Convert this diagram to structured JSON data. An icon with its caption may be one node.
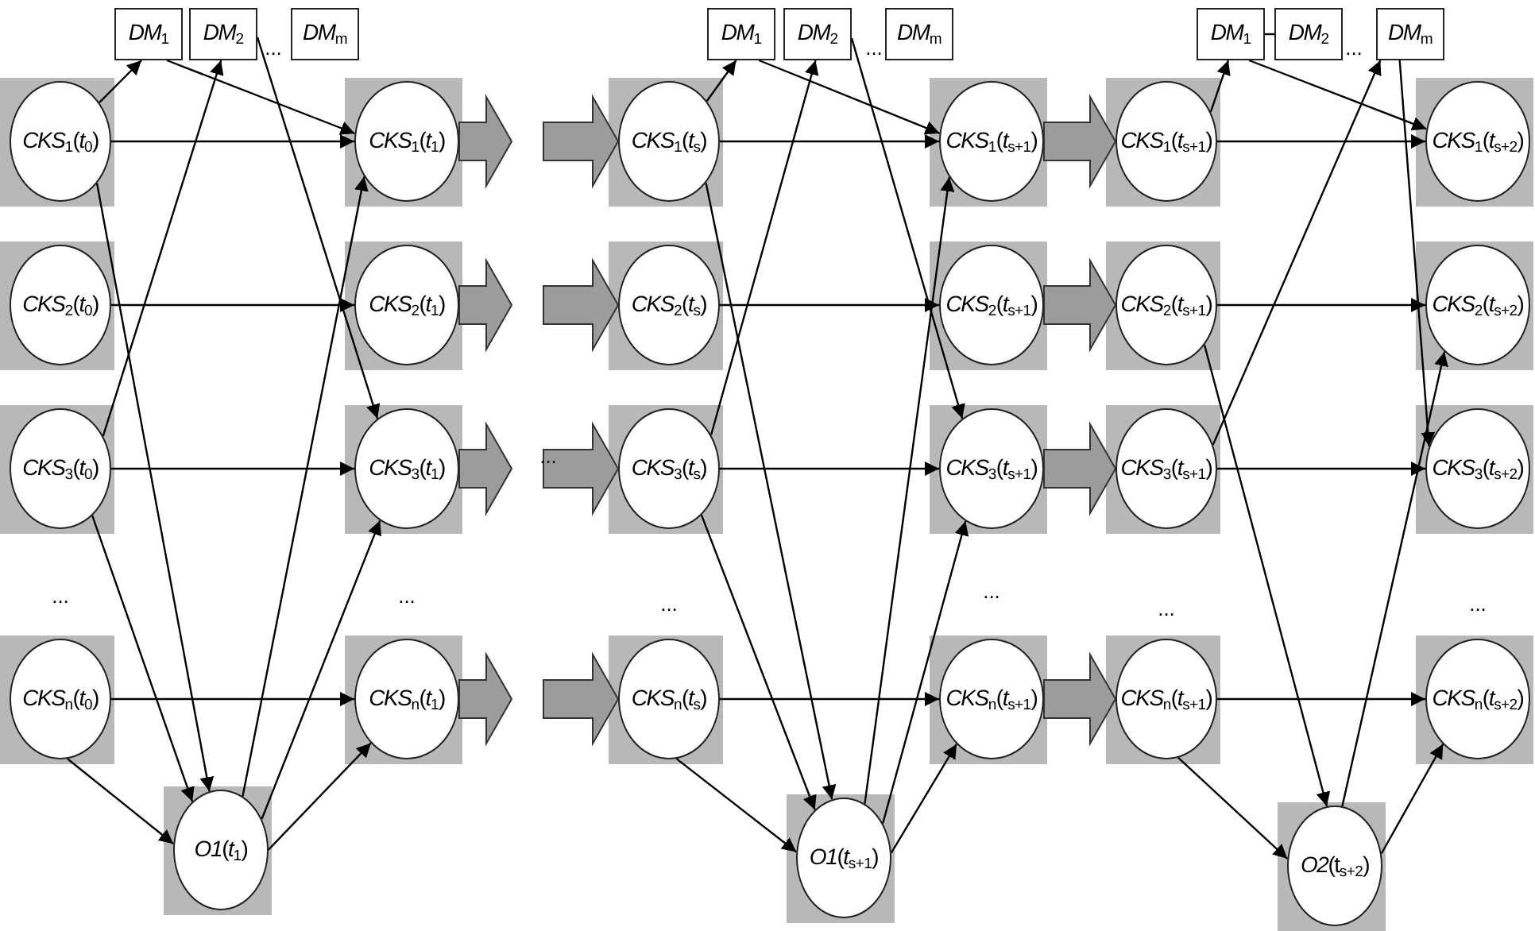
{
  "diagram": {
    "nodes": [
      {
        "text": [
          "*DM*$_{1}$"
        ]
      },
      {
        "text": [
          "*DM*$_{2}$"
        ]
      },
      {
        "text": [
          "*DM*$_{m}$"
        ]
      },
      {
        "text": [
          "*CKS*$_{1}$(*t*$_{0}$)"
        ]
      },
      {
        "text": [
          "*CKS*$_{1}$(*t*$_{1}$)"
        ]
      },
      {
        "text": [
          "*CKS*$_{2}$(*t*$_{0}$)"
        ]
      },
      {
        "text": [
          "*CKS*$_{2}$(*t*$_{1}$)"
        ]
      },
      {
        "text": [
          "*CKS*$_{3}$(*t*$_{0}$)"
        ]
      },
      {
        "text": [
          "*CKS*$_{3}$(*t*$_{1}$)"
        ]
      },
      {
        "text": [
          "*CKS*$_{n}$(*t*$_{0}$)"
        ]
      },
      {
        "text": [
          "*CKS*$_{n}$(*t*$_{1}$)"
        ]
      },
      {
        "text": [
          "*O1*(*t*$_{1}$)"
        ]
      },
      {
        "text": [
          "*DM*$_{1}$"
        ]
      },
      {
        "text": [
          "*DM*$_{2}$"
        ]
      },
      {
        "text": [
          "*DM*$_{m}$"
        ]
      },
      {
        "text": [
          "*CKS*$_{1}$(*t*$_{s}$)"
        ]
      },
      {
        "text": [
          "*CKS*$_{1}$(*t*$_{s+1}$)"
        ]
      },
      {
        "text": [
          "*CKS*$_{2}$(*t*$_{s}$)"
        ]
      },
      {
        "text": [
          "*CKS*$_{2}$(*t*$_{s+1}$)"
        ]
      },
      {
        "text": [
          "*CKS*$_{3}$(*t*$_{s}$)"
        ]
      },
      {
        "text": [
          "*CKS*$_{3}$(*t*$_{s+1}$)"
        ]
      },
      {
        "text": [
          "*CKS*$_{n}$(*t*$_{s}$)"
        ]
      },
      {
        "text": [
          "*CKS*$_{n}$(*t*$_{s+1}$)"
        ]
      },
      {
        "text": [
          "*O1*(*t*$_{s+1}$)"
        ]
      },
      {
        "text": [
          "*DM*$_{1}$"
        ]
      },
      {
        "text": [
          "*DM*$_{2}$"
        ]
      },
      {
        "text": [
          "*DM*$_{m}$"
        ]
      },
      {
        "text": [
          "*CKS*$_{1}$(*t*$_{s+1}$)"
        ]
      },
      {
        "text": [
          "*CKS*$_{1}$(*t*$_{s+2}$)"
        ]
      },
      {
        "text": [
          "*CKS*$_{2}$(*t*$_{s+1}$)"
        ]
      },
      {
        "text": [
          "*CKS*$_{2}$(*t*$_{s+2}$)"
        ]
      },
      {
        "text": [
          "*CKS*$_{3}$(*t*$_{s+1}$)"
        ]
      },
      {
        "text": [
          "*CKS*$_{3}$(*t*$_{s+2}$)"
        ]
      },
      {
        "text": [
          "*CKS*$_{n}$(*t*$_{s+1}$)"
        ]
      },
      {
        "text": [
          "*CKS*$_{n}$(*t*$_{s+2}$)"
        ]
      },
      {
        "text": [
          "*O2*(t$_{s+2}$)"
        ]
      }
    ],
    "edges": [
      {
        "from": 3,
        "to": 0,
        "arrow": "to"
      },
      {
        "from": 0,
        "to": 4,
        "arrow": "to"
      },
      {
        "from": 3,
        "to": 4,
        "arrow": "to"
      },
      {
        "from": 5,
        "to": 6,
        "arrow": "to"
      },
      {
        "from": 7,
        "to": 8,
        "arrow": "to"
      },
      {
        "from": 9,
        "to": 10,
        "arrow": "to"
      },
      {
        "from": 7,
        "to": 1,
        "arrow": "to"
      },
      {
        "from": 1,
        "to": 8,
        "arrow": "to"
      },
      {
        "from": 3,
        "to": 11,
        "arrow": "to"
      },
      {
        "from": 7,
        "to": 11,
        "arrow": "to"
      },
      {
        "from": 9,
        "to": 11,
        "arrow": "to"
      },
      {
        "from": 11,
        "to": 4,
        "arrow": "to"
      },
      {
        "from": 11,
        "to": 8,
        "arrow": "to"
      },
      {
        "from": 11,
        "to": 10,
        "arrow": "to"
      },
      {
        "from": 4,
        "to": null,
        "arrow": "to",
        "style": "thick"
      },
      {
        "from": 6,
        "to": null,
        "arrow": "to",
        "style": "thick"
      },
      {
        "from": 8,
        "to": null,
        "arrow": "to",
        "style": "thick"
      },
      {
        "from": 10,
        "to": null,
        "arrow": "to",
        "style": "thick"
      },
      {
        "from": 15,
        "to": 12,
        "arrow": "to"
      },
      {
        "from": 12,
        "to": 16,
        "arrow": "to"
      },
      {
        "from": 15,
        "to": 16,
        "arrow": "to"
      },
      {
        "from": 17,
        "to": 18,
        "arrow": "to"
      },
      {
        "from": 19,
        "to": 20,
        "arrow": "to"
      },
      {
        "from": 21,
        "to": 22,
        "arrow": "to"
      },
      {
        "from": 19,
        "to": 13,
        "arrow": "to"
      },
      {
        "from": 13,
        "to": 20,
        "arrow": "to"
      },
      {
        "from": 15,
        "to": 23,
        "arrow": "to"
      },
      {
        "from": 19,
        "to": 23,
        "arrow": "to"
      },
      {
        "from": 21,
        "to": 23,
        "arrow": "to"
      },
      {
        "from": 23,
        "to": 16,
        "arrow": "to"
      },
      {
        "from": 23,
        "to": 20,
        "arrow": "to"
      },
      {
        "from": 23,
        "to": 22,
        "arrow": "to"
      },
      {
        "from": null,
        "to": 15,
        "arrow": "to",
        "style": "thick"
      },
      {
        "from": null,
        "to": 17,
        "arrow": "to",
        "style": "thick"
      },
      {
        "from": null,
        "to": 19,
        "arrow": "to",
        "style": "thick"
      },
      {
        "from": null,
        "to": 21,
        "arrow": "to",
        "style": "thick"
      },
      {
        "from": 16,
        "to": 27,
        "arrow": "to",
        "style": "thick"
      },
      {
        "from": 18,
        "to": 29,
        "arrow": "to",
        "style": "thick"
      },
      {
        "from": 20,
        "to": 31,
        "arrow": "to",
        "style": "thick"
      },
      {
        "from": 22,
        "to": 33,
        "arrow": "to",
        "style": "thick"
      },
      {
        "from": 27,
        "to": 24,
        "arrow": "to"
      },
      {
        "from": 24,
        "to": 28,
        "arrow": "to"
      },
      {
        "from": 27,
        "to": 28,
        "arrow": "to"
      },
      {
        "from": 29,
        "to": 30,
        "arrow": "to"
      },
      {
        "from": 31,
        "to": 32,
        "arrow": "to"
      },
      {
        "from": 33,
        "to": 34,
        "arrow": "to"
      },
      {
        "from": 31,
        "to": 26,
        "arrow": "to"
      },
      {
        "from": 26,
        "to": 32,
        "arrow": "to"
      },
      {
        "from": 29,
        "to": 35,
        "arrow": "to"
      },
      {
        "from": 35,
        "to": 30,
        "arrow": "to"
      },
      {
        "from": 33,
        "to": 35,
        "arrow": "to"
      },
      {
        "from": 35,
        "to": 34,
        "arrow": "to"
      },
      {
        "from": 24,
        "to": 25,
        "arrow": "none"
      }
    ],
    "labels": [
      "...",
      "...",
      "...",
      "...",
      "...",
      "...",
      "...",
      "...",
      "...",
      "..."
    ]
  }
}
